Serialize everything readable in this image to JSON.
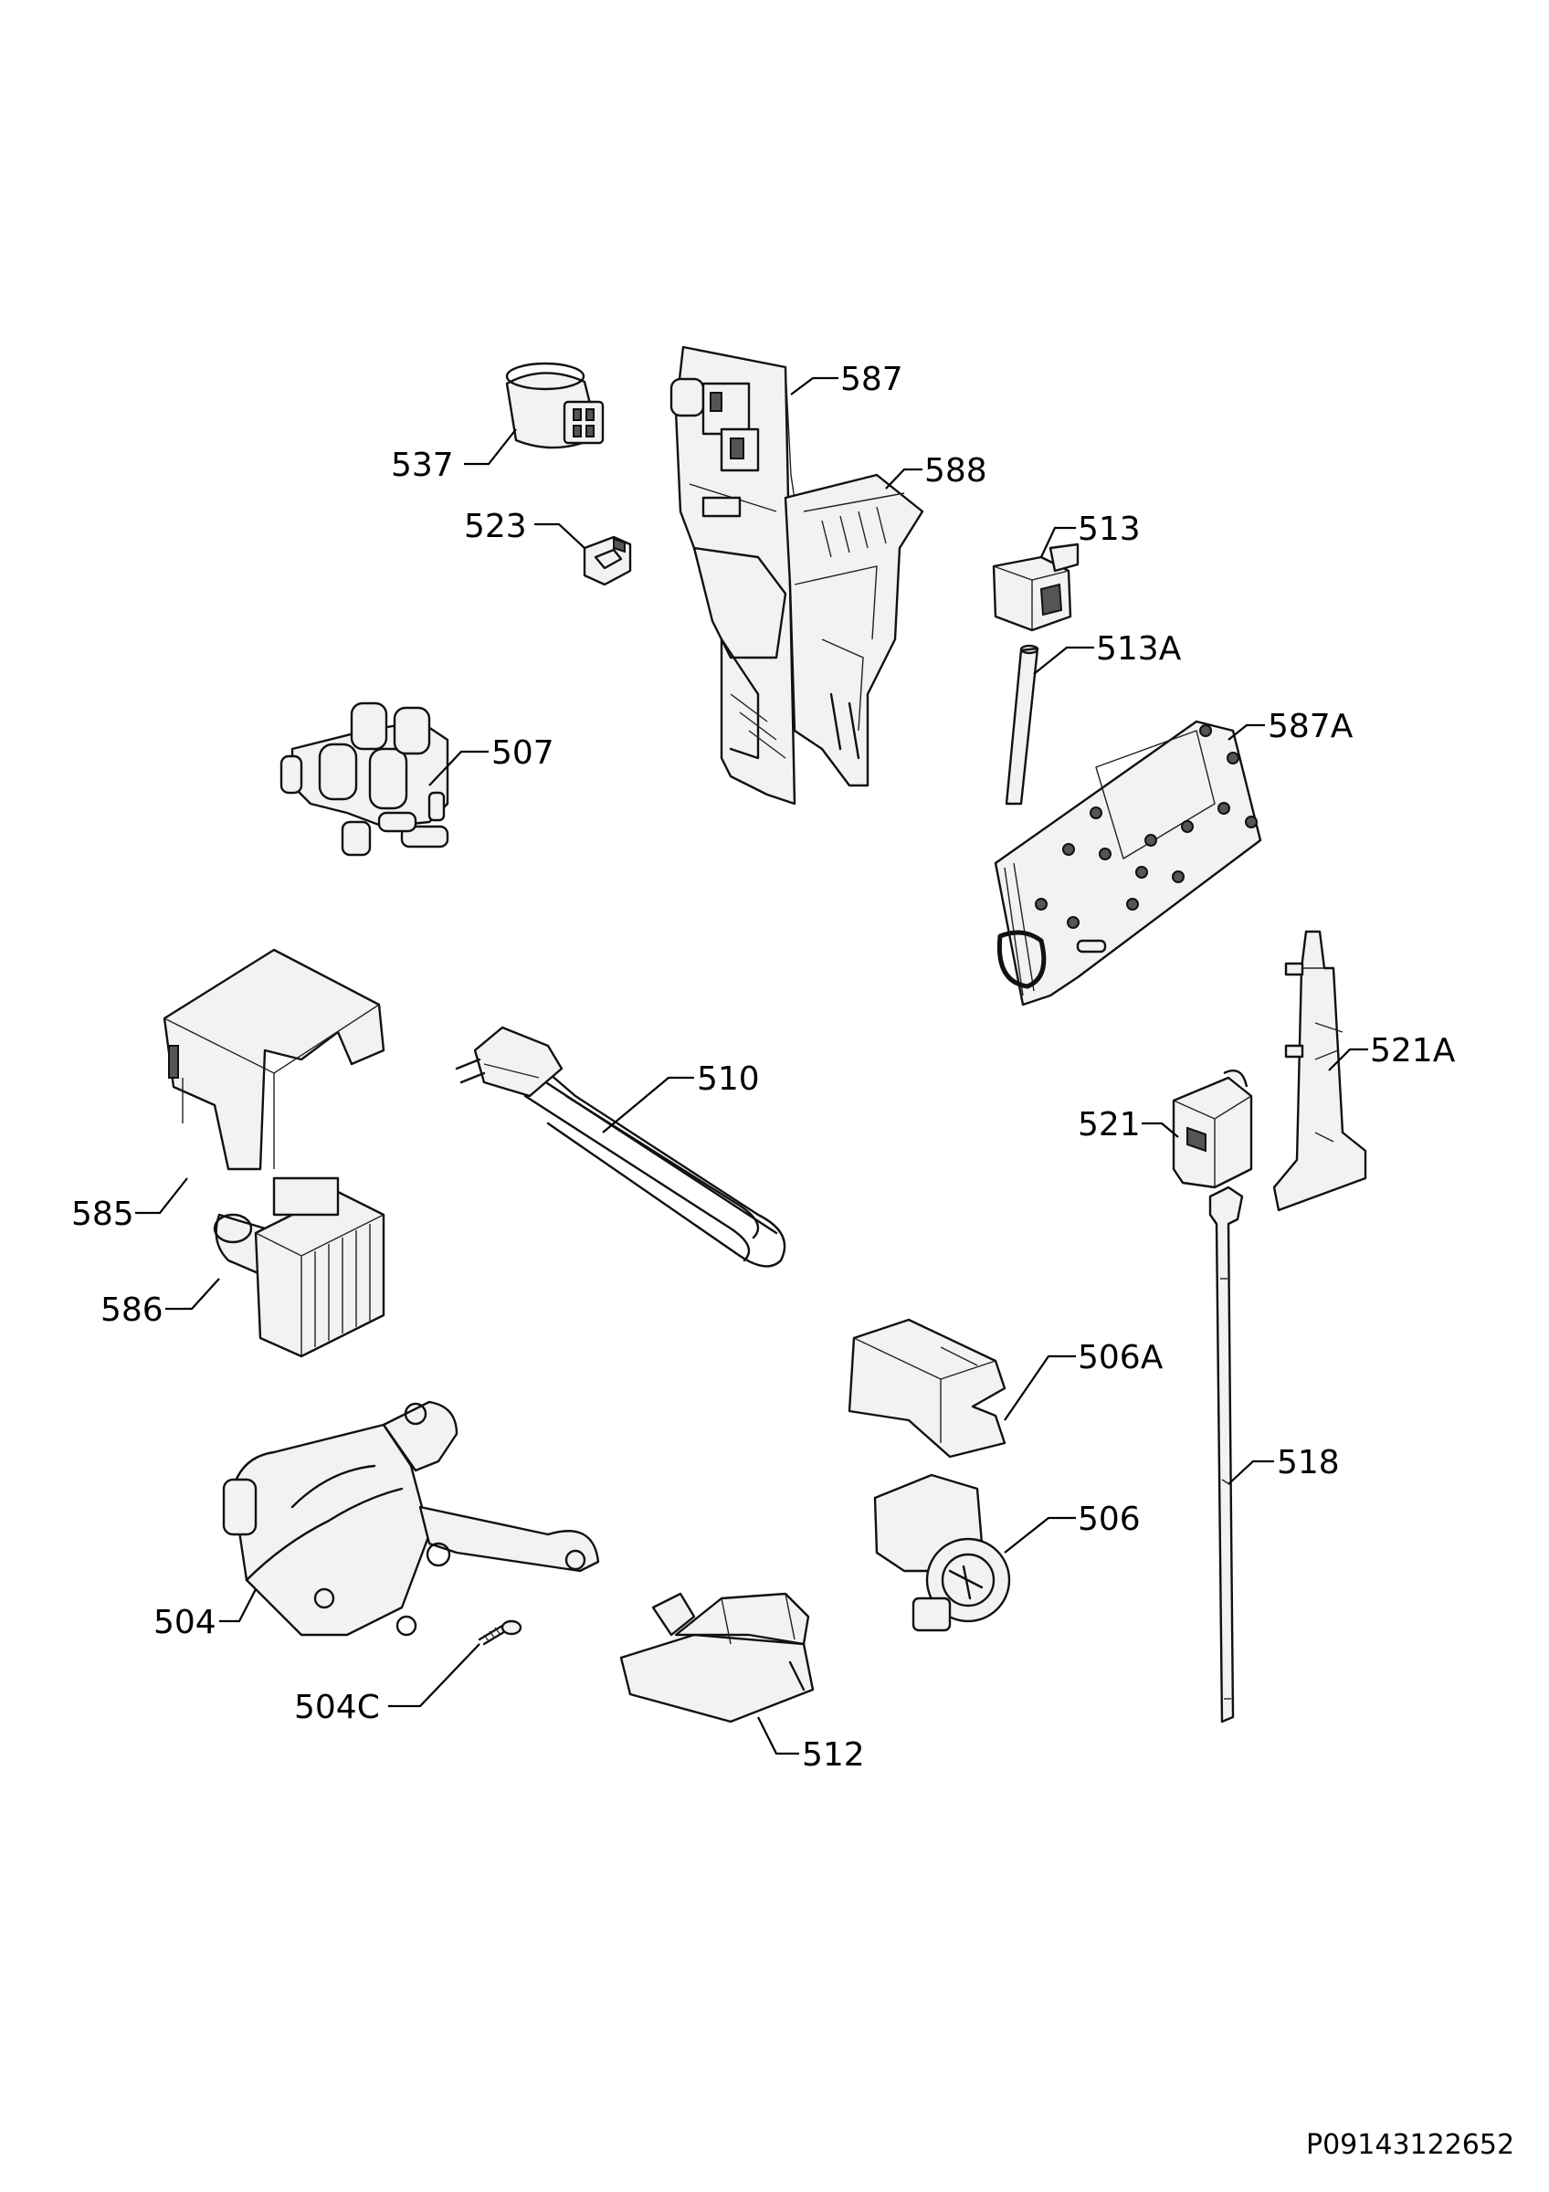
{
  "labels": {
    "l587": "587",
    "l588": "588",
    "l537": "537",
    "l523": "523",
    "l513": "513",
    "l513A": "513A",
    "l507": "507",
    "l587A": "587A",
    "l510": "510",
    "l521A": "521A",
    "l521": "521",
    "l585": "585",
    "l586": "586",
    "l506A": "506A",
    "l518": "518",
    "l506": "506",
    "l504": "504",
    "l504C": "504C",
    "l512": "512"
  },
  "document_id": "P09143122652"
}
